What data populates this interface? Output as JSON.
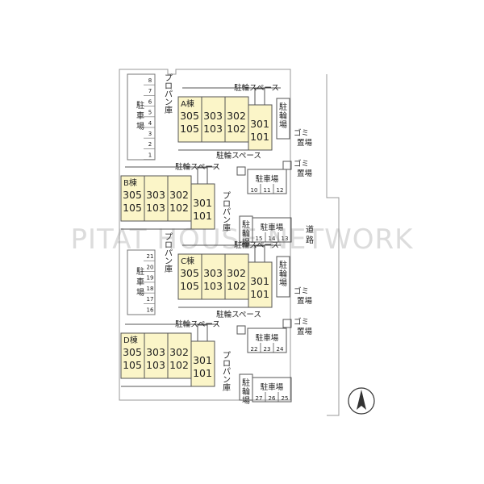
{
  "watermark": "PITAT HOUSE NETWORK",
  "colors": {
    "unit_fill": "#fbf5c8",
    "line": "#555555",
    "text": "#222222"
  },
  "labels": {
    "bicycle_space": "駐輪スペース",
    "propane": "プロパン庫",
    "bicycle_parking": "駐輪場",
    "garbage": "ゴミ置場",
    "parking": "駐車場",
    "road": "道路"
  },
  "buildings": [
    {
      "name": "A棟",
      "units": [
        "305",
        "303",
        "302",
        "301"
      ],
      "units_lower": [
        "105",
        "103",
        "102",
        "101"
      ]
    },
    {
      "name": "B棟",
      "units": [
        "305",
        "303",
        "302",
        "301"
      ],
      "units_lower": [
        "105",
        "103",
        "102",
        "101"
      ]
    },
    {
      "name": "C棟",
      "units": [
        "305",
        "303",
        "302",
        "301"
      ],
      "units_lower": [
        "105",
        "103",
        "102",
        "101"
      ]
    },
    {
      "name": "D棟",
      "units": [
        "305",
        "303",
        "302",
        "301"
      ],
      "units_lower": [
        "105",
        "103",
        "102",
        "101"
      ]
    }
  ],
  "parking_left_top": [
    "8",
    "7",
    "6",
    "5",
    "4",
    "3",
    "2",
    "1"
  ],
  "parking_left_bottom": [
    "21",
    "20",
    "19",
    "18",
    "17",
    "16"
  ],
  "parking_right_1": [
    "10",
    "11",
    "12"
  ],
  "parking_right_2": [
    "15",
    "14",
    "13"
  ],
  "parking_right_3": [
    "22",
    "23",
    "24"
  ],
  "parking_right_4": [
    "27",
    "26",
    "25"
  ],
  "compass": "north-arrow-icon"
}
